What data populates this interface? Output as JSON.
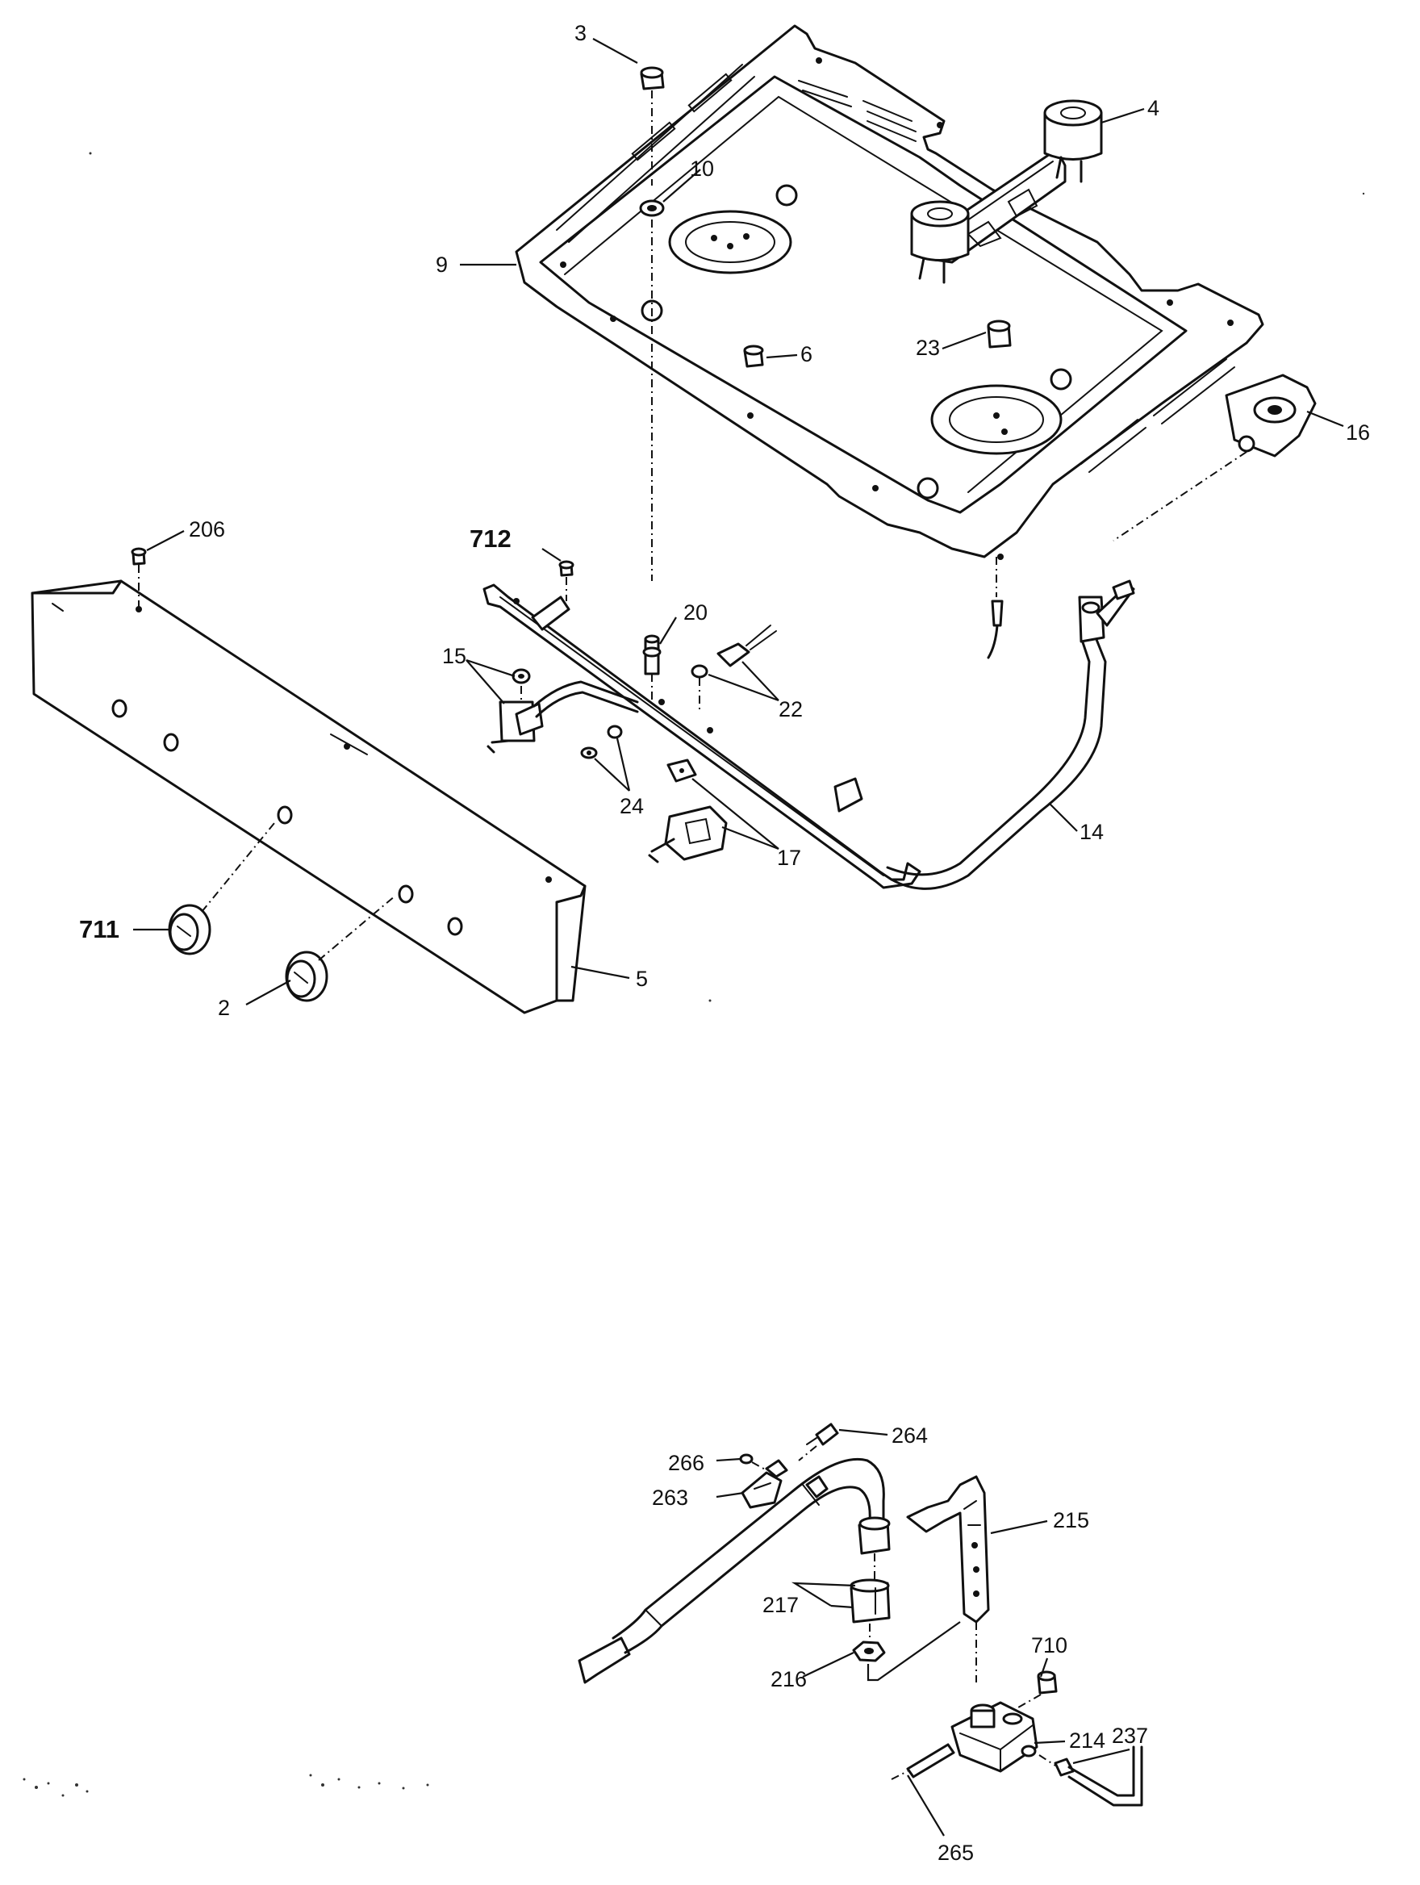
{
  "callouts": {
    "c3": "3",
    "c4": "4",
    "c10": "10",
    "c9": "9",
    "c6": "6",
    "c23": "23",
    "c16": "16",
    "c206": "206",
    "c712": "712",
    "c20": "20",
    "c15": "15",
    "c22": "22",
    "c24": "24",
    "c17": "17",
    "c14": "14",
    "c711": "711",
    "c2": "2",
    "c5": "5",
    "c264": "264",
    "c266": "266",
    "c263": "263",
    "c215": "215",
    "c217": "217",
    "c216": "216",
    "c710": "710",
    "c214": "214",
    "c237": "237",
    "c265": "265"
  }
}
